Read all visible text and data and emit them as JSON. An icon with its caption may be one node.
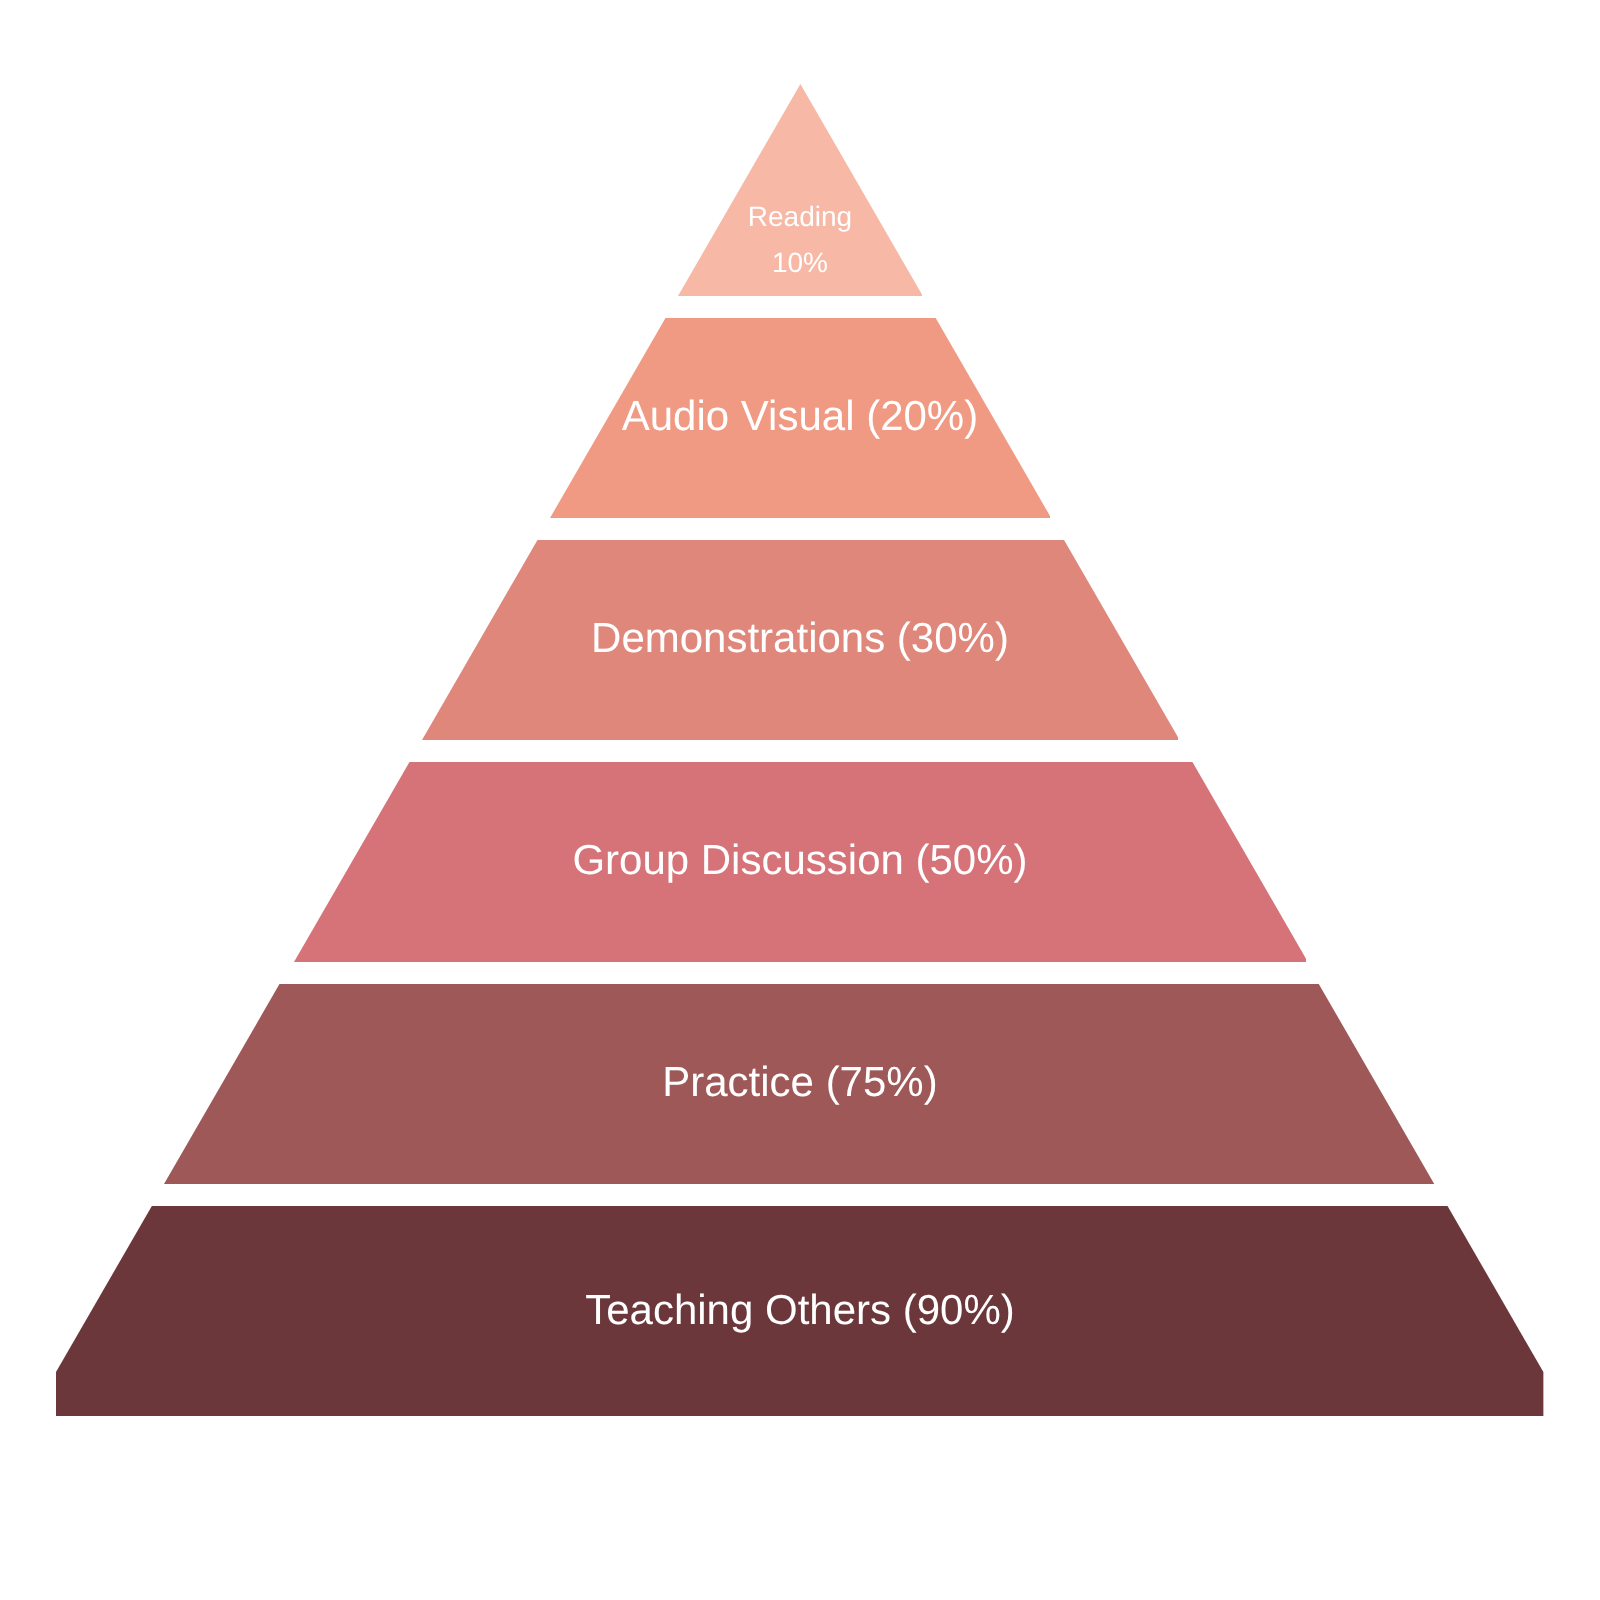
{
  "diagram": {
    "nodes": [
      {
        "text": [
          "Reading 10%"
        ]
      },
      {
        "text": [
          "Audio Visual (20%)"
        ]
      },
      {
        "text": [
          "Demonstrations (30%)"
        ]
      },
      {
        "text": [
          "Group Discussion (50%)"
        ]
      },
      {
        "text": [
          "Practice (75%)"
        ]
      },
      {
        "text": [
          "Teaching Others (90%)"
        ]
      }
    ]
  }
}
